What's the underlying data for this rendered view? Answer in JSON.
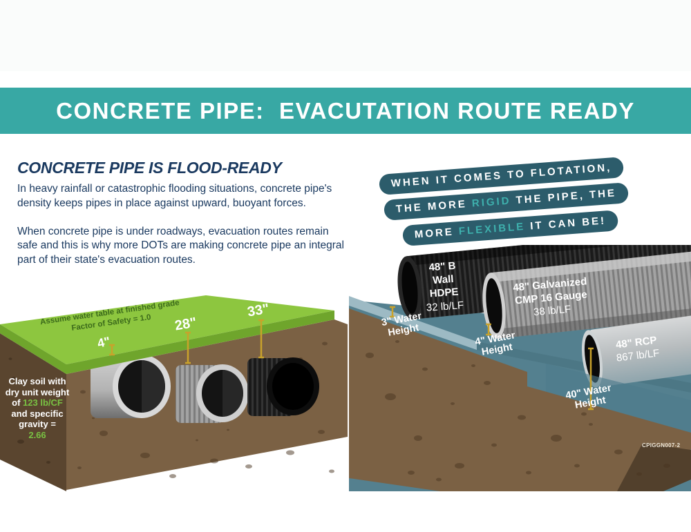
{
  "colors": {
    "header_teal": "#38a8a4",
    "navy_text": "#1b3a60",
    "pill_bg": "#2c5c6b",
    "pill_accent": "#3eb0ad",
    "grass_green": "#8dc63f",
    "grass_edge": "#6fa52c",
    "soil_brown": "#7b6144",
    "soil_dark_face": "#5a452f",
    "water_blue": "#54808f",
    "green_accent": "#79c143",
    "measure_yellow": "#c9a22b"
  },
  "header": {
    "title": "CONCRETE PIPE:  EVACUTATION ROUTE READY"
  },
  "intro": {
    "heading": "CONCRETE PIPE IS FLOOD-READY",
    "para1": "In heavy rainfall or catastrophic flooding situations, concrete pipe's density keeps pipes in place against upward, buoyant forces.",
    "para2": "When concrete pipe is under roadways, evacuation routes remain safe and this is why more DOTs are making concrete pipe an integral part of their state's evacuation routes."
  },
  "slogan": {
    "line1": "WHEN IT COMES TO FLOTATION,",
    "line2_pre": "THE MORE ",
    "line2_accent": "RIGID",
    "line2_post": " THE PIPE, THE",
    "line3_pre": "MORE ",
    "line3_accent": "FLEXIBLE",
    "line3_post": " IT CAN BE!"
  },
  "buried": {
    "note1": "Assume water table at finished grade",
    "note2": "Factor of Safety = 1.0",
    "depth_rcp": "4\"",
    "depth_cmp": "28\"",
    "depth_hdpe": "33\"",
    "clay_pre": "Clay soil with dry unit weight of ",
    "clay_accent1": "123 lb/CF",
    "clay_mid": " and specific gravity = ",
    "clay_accent2": "2.66"
  },
  "flotation": {
    "hdpe": [
      "48\" B",
      "Wall",
      "HDPE",
      "32 lb/LF"
    ],
    "cmp": [
      "48\" Galvanized",
      "CMP 16 Gauge",
      "38 lb/LF"
    ],
    "rcp": [
      "48\" RCP",
      "867 lb/LF"
    ],
    "wh3": [
      "3\" Water",
      "Height"
    ],
    "wh4": [
      "4\" Water",
      "Height"
    ],
    "wh40": [
      "40\" Water",
      "Height"
    ]
  },
  "footer_code": "CPIGGN007-2"
}
